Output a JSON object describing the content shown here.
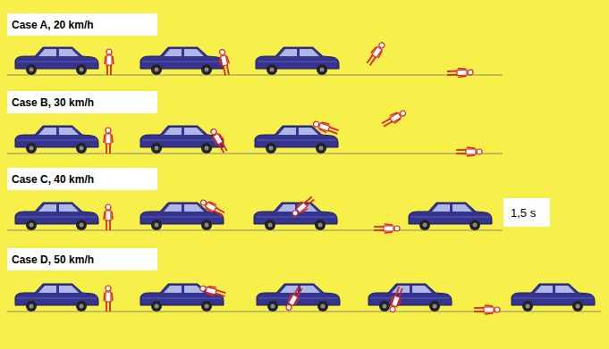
{
  "diagram": {
    "nodes": [
      {
        "text": [
          "Case A, 20 km/h"
        ]
      },
      {
        "text": [
          "Case B, 30 km/h"
        ]
      },
      {
        "text": [
          "Case C, 40 km/h"
        ]
      },
      {
        "text": [
          "1,5 s"
        ]
      },
      {
        "text": [
          "Case D, 50 km/h"
        ]
      }
    ]
  }
}
